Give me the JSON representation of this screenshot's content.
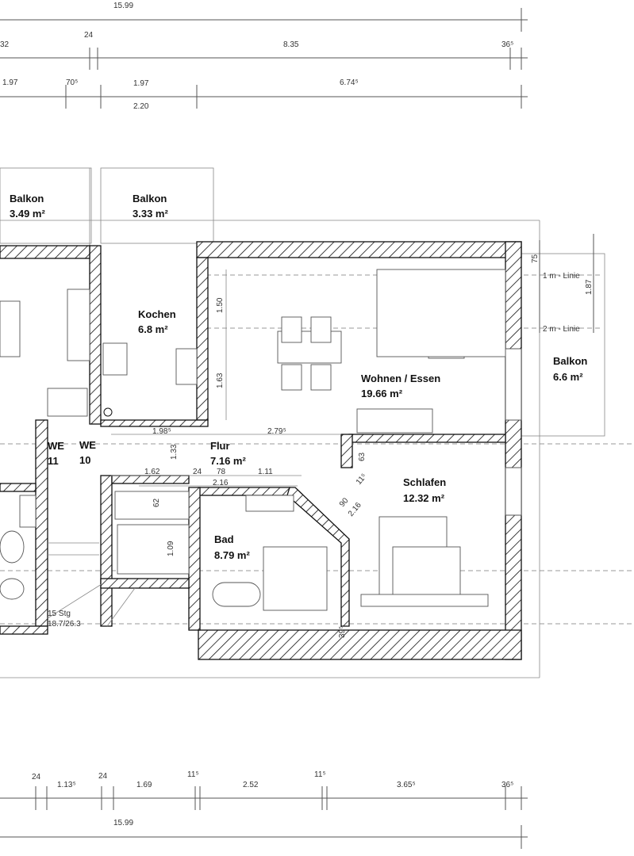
{
  "rooms": {
    "balkon_left": {
      "name": "Balkon",
      "area": "3.49 m²"
    },
    "balkon_mid": {
      "name": "Balkon",
      "area": "3.33 m²"
    },
    "kochen": {
      "name": "Kochen",
      "area": "6.8 m²"
    },
    "wohnen": {
      "name": "Wohnen / Essen",
      "area": "19.66 m²"
    },
    "balkon_right": {
      "name": "Balkon",
      "area": "6.6 m²"
    },
    "flur": {
      "name": "Flur",
      "area": "7.16 m²"
    },
    "schlafen": {
      "name": "Schlafen",
      "area": "12.32 m²"
    },
    "bad": {
      "name": "Bad",
      "area": "8.79 m²"
    },
    "we11": {
      "line1": "WE",
      "line2": "11"
    },
    "we10": {
      "line1": "WE",
      "line2": "10"
    }
  },
  "stair": {
    "steps": "15 Stg",
    "ratio": "18.7/26.3"
  },
  "lines": {
    "one_m": "1 m - Linie",
    "two_m": "2 m - Linie"
  },
  "dims_top": {
    "total": "15.99",
    "row2": [
      "32",
      "24",
      "8.35",
      "36⁵"
    ],
    "row3": [
      "1.97",
      "70⁵",
      "1.97",
      "6.74⁵",
      "2.20"
    ]
  },
  "dims_bottom": {
    "row1": [
      "24",
      "1.13⁵",
      "24",
      "1.69",
      "11⁵",
      "2.52",
      "11⁵",
      "3.65⁵",
      "36⁵"
    ],
    "total": "15.99"
  },
  "dims_inner": {
    "kochen_h1": "1.50",
    "kochen_h2": "1.63",
    "flur_w1": "1.98⁵",
    "flur_w2": "2.79⁵",
    "flur_h": "1.33",
    "w_162": "1.62",
    "w_24": "24",
    "w_78": "78",
    "w_111": "1.11",
    "w_216": "2.16",
    "h_62": "62",
    "h_109": "1.09",
    "d_90": "90",
    "d_216": "2.16",
    "d_115": "11⁵",
    "h_63": "63",
    "h_39": "39⁵",
    "r_75": "75",
    "r_187": "1.87"
  }
}
